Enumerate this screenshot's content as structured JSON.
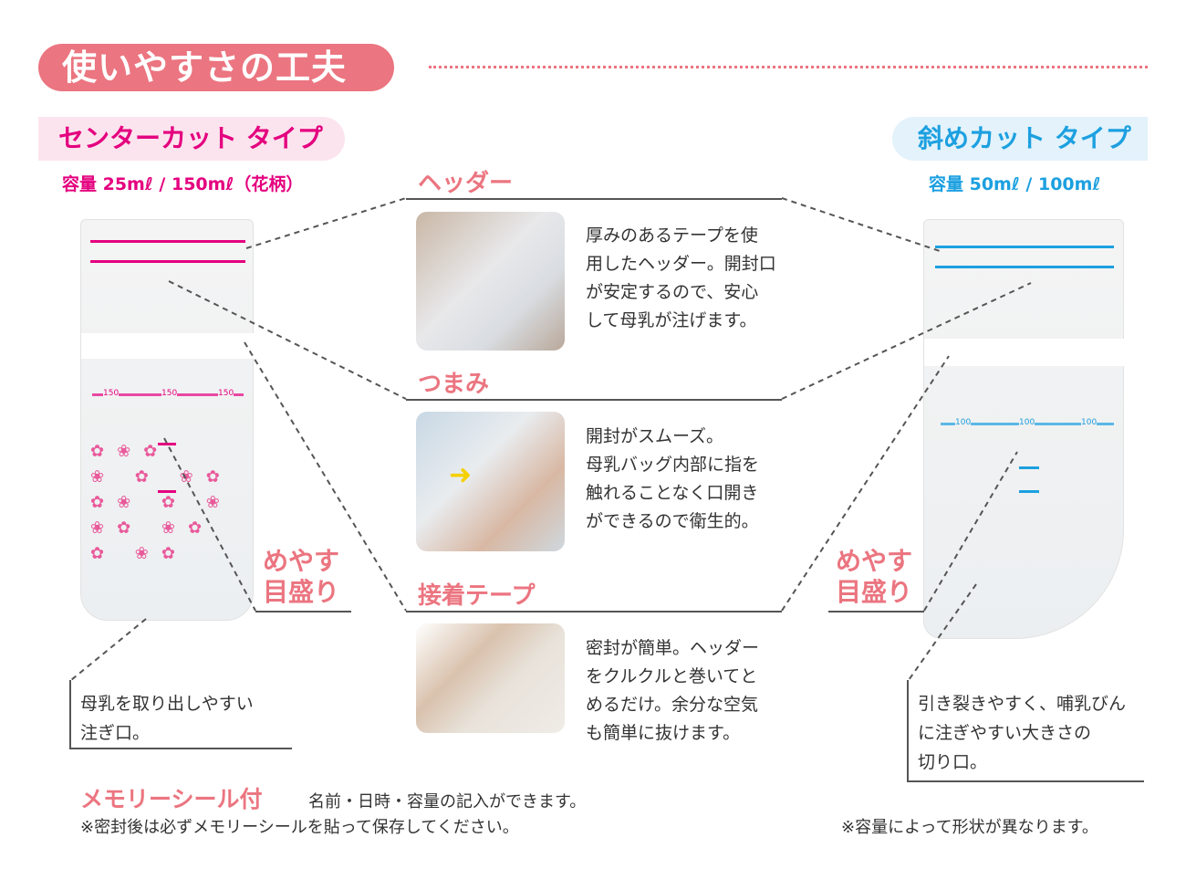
{
  "title": "使いやすさの工夫",
  "left_type": {
    "label": "センターカット タイプ",
    "capacity": "容量 25mℓ / 150mℓ（花柄）",
    "scale_label": "めやす\n目盛り",
    "callout": "母乳を取り出しやすい\n注ぎ口。",
    "bag_marks": [
      "150",
      "150",
      "150"
    ]
  },
  "right_type": {
    "label": "斜めカット タイプ",
    "capacity": "容量 50mℓ / 100mℓ",
    "scale_label": "めやす\n目盛り",
    "callout": "引き裂きやすく、哺乳びん\nに注ぎやすい大きさの\n切り口。",
    "bag_marks": [
      "100",
      "100",
      "100"
    ]
  },
  "sections": [
    {
      "heading": "ヘッダー",
      "text": "厚みのあるテープを使\n用したヘッダー。開封口\nが安定するので、安心\nして母乳が注げます。"
    },
    {
      "heading": "つまみ",
      "text": "開封がスムーズ。\n母乳バッグ内部に指を\n触れることなく口開き\nができるので衛生的。"
    },
    {
      "heading": "接着テープ",
      "text": "密封が簡単。ヘッダー\nをクルクルと巻いてと\nめるだけ。余分な空気\nも簡単に抜けます。"
    }
  ],
  "footer": {
    "memory_title": "メモリーシール付",
    "memory_desc": "名前・日時・容量の記入ができます。",
    "memory_note": "※密封後は必ずメモリーシールを貼って保存してください。",
    "shape_note": "※容量によって形状が異なります。"
  },
  "colors": {
    "accent": "#eb7580",
    "magenta": "#e4007f",
    "blue": "#1ca0e0"
  }
}
